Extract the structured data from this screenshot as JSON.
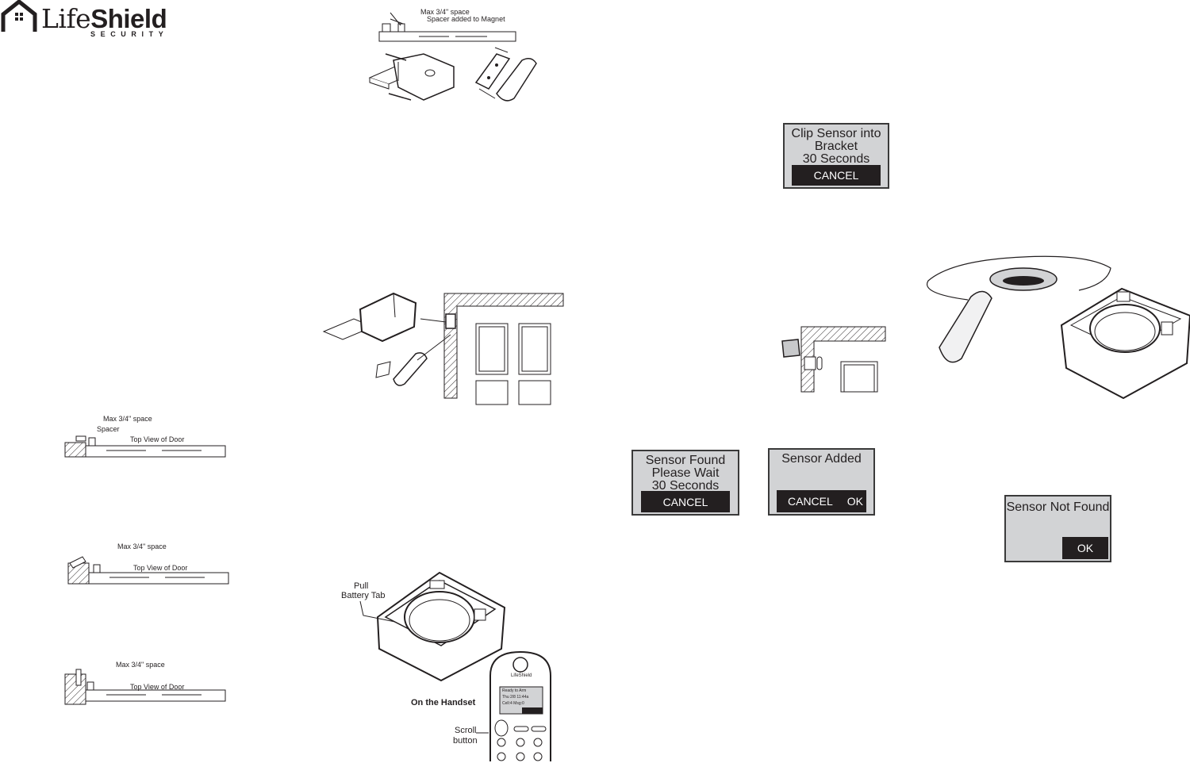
{
  "brand": {
    "word_light": "Life",
    "word_bold": "Shield",
    "subtitle": "SECURITY"
  },
  "top_diagram": {
    "label_space": "Max 3/4\" space",
    "label_spacer": "Spacer added to Magnet"
  },
  "door_diagrams": [
    {
      "label_space": "Max 3/4\" space",
      "label_spacer": "Spacer",
      "label_view": "Top View of Door"
    },
    {
      "label_space": "Max 3/4\" space",
      "label_view": "Top View of Door"
    },
    {
      "label_space": "Max 3/4\" space",
      "label_view": "Top View of Door"
    }
  ],
  "battery_diagram": {
    "label_pull": "Pull",
    "label_tab": "Battery Tab"
  },
  "handset": {
    "caption": "On the Handset",
    "scroll_label_1": "Scroll",
    "scroll_label_2": "button",
    "screen_line_1": "Ready to Arm",
    "screen_line_2": "Thu 2/8 11:44a",
    "screen_line_3": "Cell:4  Msg:0",
    "brand": "LifeShield"
  },
  "screens": {
    "clip": {
      "line1": "Clip Sensor into",
      "line2": "Bracket",
      "line3": "30 Seconds",
      "cancel": "CANCEL"
    },
    "found": {
      "line1": "Sensor Found",
      "line2": "Please Wait",
      "line3": "30 Seconds",
      "cancel": "CANCEL"
    },
    "added": {
      "line1": "Sensor Added",
      "cancel": "CANCEL",
      "ok": "OK"
    },
    "not_found": {
      "line1": "Sensor Not Found",
      "ok": "OK"
    }
  }
}
